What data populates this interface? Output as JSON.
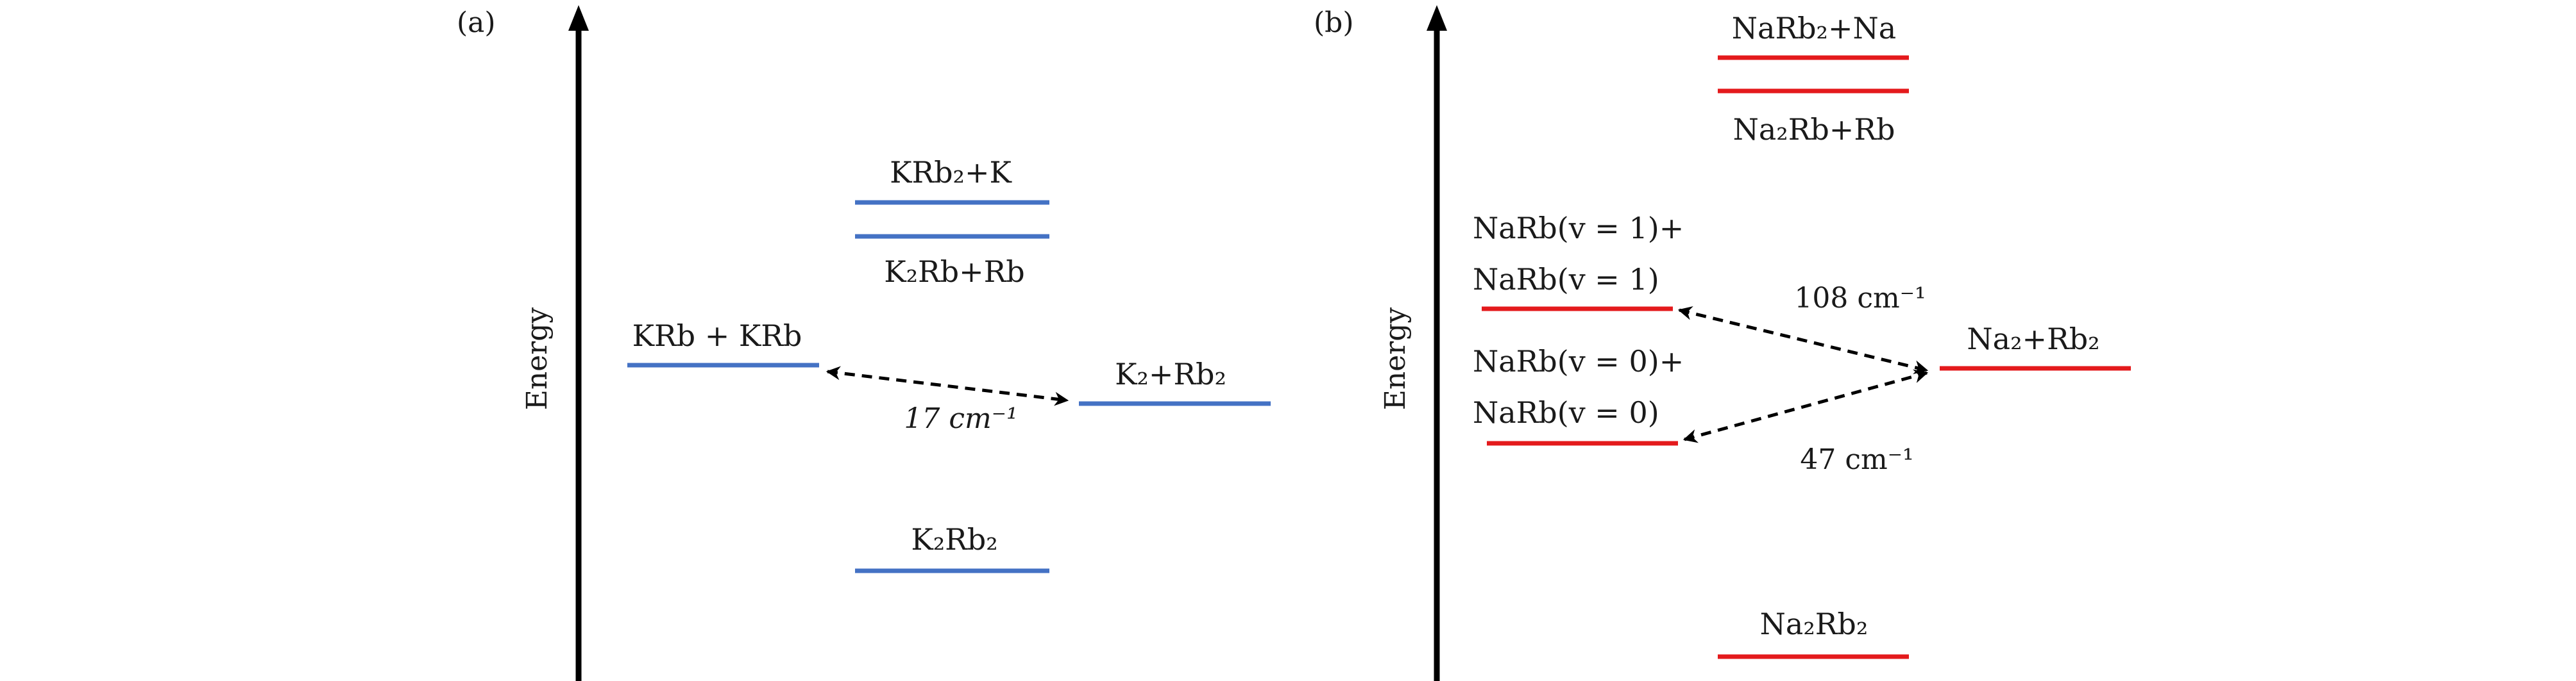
{
  "colors": {
    "panel_a_level": "#4472c4",
    "panel_b_level": "#e41a1c",
    "axis": "#000000",
    "text": "#1a1a1a"
  },
  "panel_a": {
    "tag": "(a)",
    "axis_label": "Energy",
    "levels": {
      "krb2_k": "KRb₂+K",
      "k2rb_rb": "K₂Rb+Rb",
      "krb_krb": "KRb + KRb",
      "k2_rb2": "K₂+Rb₂",
      "k2rb2": "K₂Rb₂"
    },
    "gap_label": "17 cm⁻¹"
  },
  "panel_b": {
    "tag": "(b)",
    "axis_label": "Energy",
    "levels": {
      "narb2_na": "NaRb₂+Na",
      "na2rb_rb": "Na₂Rb+Rb",
      "narb_v1_line1": "NaRb(v = 1)+",
      "narb_v1_line2": "NaRb(v = 1)",
      "narb_v0_line1": "NaRb(v = 0)+",
      "narb_v0_line2": "NaRb(v = 0)",
      "na2_rb2": "Na₂+Rb₂",
      "na2rb2": "Na₂Rb₂"
    },
    "gap_v1_label": "108 cm⁻¹",
    "gap_v0_label": "47 cm⁻¹"
  }
}
